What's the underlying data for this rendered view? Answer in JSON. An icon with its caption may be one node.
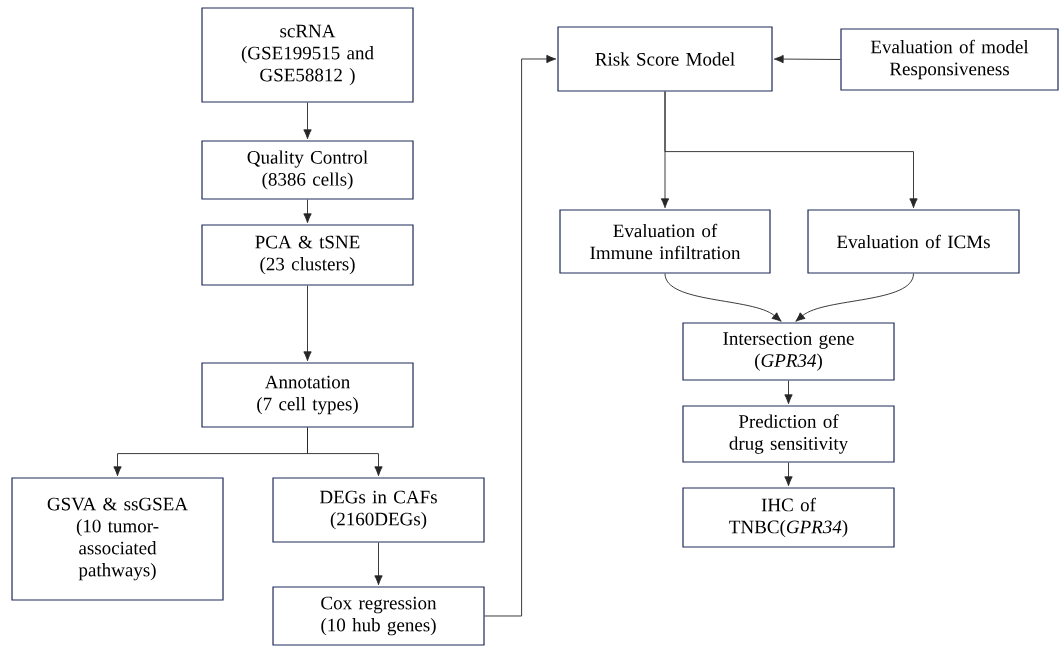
{
  "diagram": {
    "nodes": [
      {
        "text": [
          "scRNA",
          "(GSE199515 and GSE58812 )"
        ]
      },
      {
        "text": [
          "Quality Control",
          "(8386 cells)"
        ]
      },
      {
        "text": [
          "PCA & tSNE",
          "(23 clusters)"
        ]
      },
      {
        "text": [
          "Annotation",
          "(7 cell types)"
        ]
      },
      {
        "text": [
          "GSVA & ssGSEA",
          "(10 tumor-associated pathways)"
        ]
      },
      {
        "text": [
          "DEGs in CAFs",
          "(2160DEGs)"
        ]
      },
      {
        "text": [
          "Cox regression",
          "(10 hub genes)"
        ]
      },
      {
        "text": [
          "Risk Score Model"
        ]
      },
      {
        "text": [
          "Evaluation of model Responsiveness"
        ]
      },
      {
        "text": [
          "Evaluation of Immune infiltration"
        ]
      },
      {
        "text": [
          "Evaluation of ICMs"
        ]
      },
      {
        "text": [
          "Intersection gene",
          "(*GPR34*)"
        ]
      },
      {
        "text": [
          "Prediction of drug sensitivity"
        ]
      },
      {
        "text": [
          "IHC of TNBC(*GPR34*)"
        ]
      }
    ],
    "edges": [
      {
        "from": 0,
        "to": 1,
        "arrow": "to"
      },
      {
        "from": 1,
        "to": 2,
        "arrow": "to"
      },
      {
        "from": 2,
        "to": 3,
        "arrow": "to"
      },
      {
        "from": 3,
        "to": 4,
        "arrow": "to"
      },
      {
        "from": 3,
        "to": 5,
        "arrow": "to"
      },
      {
        "from": 5,
        "to": 6,
        "arrow": "to"
      },
      {
        "from": 6,
        "to": 7,
        "arrow": "to"
      },
      {
        "from": 8,
        "to": 7,
        "arrow": "to"
      },
      {
        "from": 7,
        "to": 9,
        "arrow": "to"
      },
      {
        "from": 7,
        "to": 10,
        "arrow": "to"
      },
      {
        "from": 9,
        "to": 11,
        "arrow": "to"
      },
      {
        "from": 10,
        "to": 11,
        "arrow": "to"
      },
      {
        "from": 11,
        "to": 12,
        "arrow": "to"
      },
      {
        "from": 12,
        "to": 13,
        "arrow": "to"
      }
    ]
  }
}
